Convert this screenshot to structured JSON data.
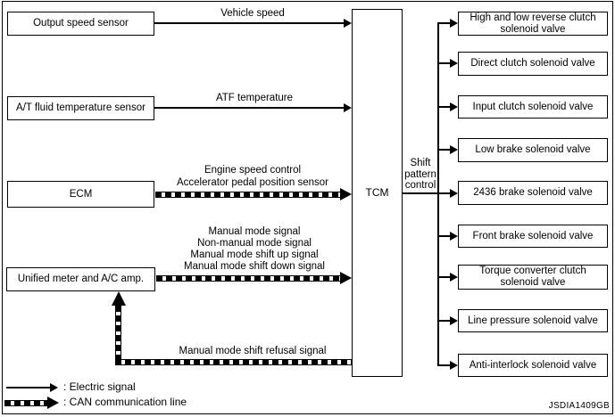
{
  "figure": {
    "code": "JSDIA1409GB",
    "inputs": [
      {
        "label": "Output speed sensor",
        "signal": "Vehicle speed",
        "type": "electric"
      },
      {
        "label": "A/T fluid temperature sensor",
        "signal": "ATF temperature",
        "type": "electric"
      },
      {
        "label": "ECM",
        "signal": "Engine speed control\nAccelerator pedal position sensor",
        "type": "can"
      },
      {
        "label": "Unified meter and A/C amp.",
        "signal": "Manual mode signal\nNon-manual mode signal\nManual mode shift up signal\nManual mode shift down signal",
        "type": "can"
      }
    ],
    "feedback": {
      "signal": "Manual mode shift refusal signal",
      "type": "can",
      "from": "TCM",
      "to": "Unified meter and A/C amp."
    },
    "controller": {
      "label": "TCM"
    },
    "control_note": "Shift\npattern\ncontrol",
    "outputs": [
      {
        "label": "High and low reverse clutch\nsolenoid valve"
      },
      {
        "label": "Direct clutch solenoid valve"
      },
      {
        "label": "Input clutch solenoid valve"
      },
      {
        "label": "Low brake solenoid valve"
      },
      {
        "label": "2436 brake solenoid valve"
      },
      {
        "label": "Front brake solenoid valve"
      },
      {
        "label": "Torque converter clutch\nsolenoid valve"
      },
      {
        "label": "Line pressure solenoid valve"
      },
      {
        "label": "Anti-interlock solenoid valve"
      }
    ],
    "legend": [
      {
        "label": ": Electric signal",
        "type": "electric"
      },
      {
        "label": ": CAN communication line",
        "type": "can"
      }
    ]
  }
}
